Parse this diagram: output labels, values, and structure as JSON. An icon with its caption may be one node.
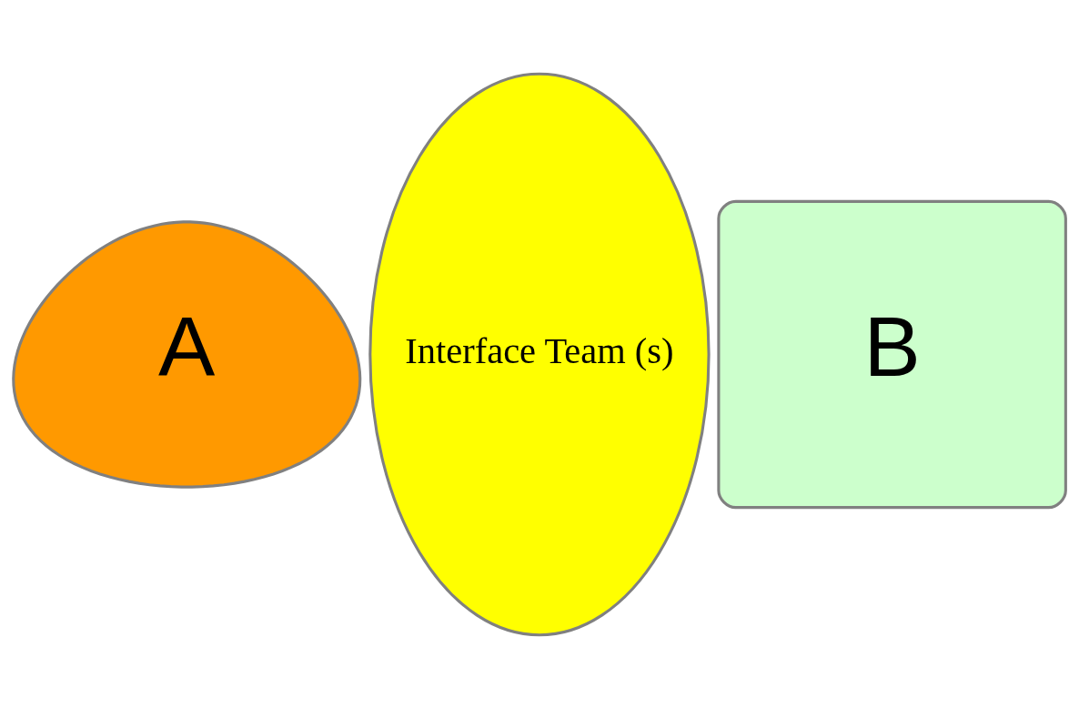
{
  "diagram": {
    "nodes": [
      {
        "text": [
          "A"
        ]
      },
      {
        "text": [
          "Interface Team (s)"
        ]
      },
      {
        "text": [
          "B"
        ]
      }
    ]
  }
}
